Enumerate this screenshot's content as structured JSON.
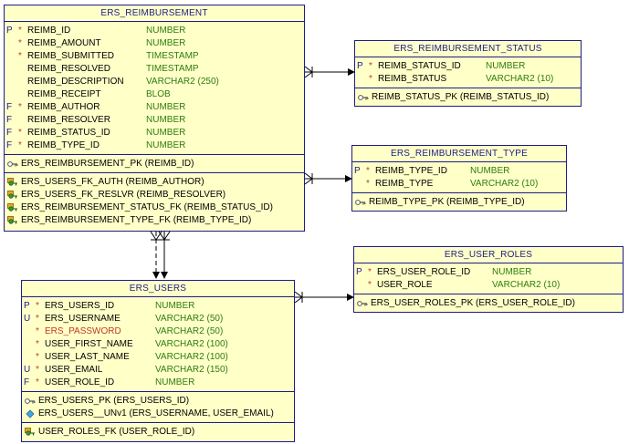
{
  "entities": {
    "reimbursement": {
      "title": "ERS_REIMBURSEMENT",
      "columns": [
        {
          "flag": "P",
          "mand": "*",
          "name": "REIMB_ID",
          "type": "NUMBER"
        },
        {
          "flag": "",
          "mand": "*",
          "name": "REIMB_AMOUNT",
          "type": "NUMBER"
        },
        {
          "flag": "",
          "mand": "*",
          "name": "REIMB_SUBMITTED",
          "type": "TIMESTAMP"
        },
        {
          "flag": "",
          "mand": "",
          "name": "REIMB_RESOLVED",
          "type": "TIMESTAMP"
        },
        {
          "flag": "",
          "mand": "",
          "name": "REIMB_DESCRIPTION",
          "type": "VARCHAR2 (250)"
        },
        {
          "flag": "",
          "mand": "",
          "name": "REIMB_RECEIPT",
          "type": "BLOB"
        },
        {
          "flag": "F",
          "mand": "*",
          "name": "REIMB_AUTHOR",
          "type": "NUMBER"
        },
        {
          "flag": "F",
          "mand": "",
          "name": "REIMB_RESOLVER",
          "type": "NUMBER"
        },
        {
          "flag": "F",
          "mand": "*",
          "name": "REIMB_STATUS_ID",
          "type": "NUMBER"
        },
        {
          "flag": "F",
          "mand": "*",
          "name": "REIMB_TYPE_ID",
          "type": "NUMBER"
        }
      ],
      "pk": [
        "ERS_REIMBURSEMENT_PK (REIMB_ID)"
      ],
      "fks": [
        "ERS_USERS_FK_AUTH (REIMB_AUTHOR)",
        "ERS_USERS_FK_RESLVR (REIMB_RESOLVER)",
        "ERS_REIMBURSEMENT_STATUS_FK (REIMB_STATUS_ID)",
        "ERS_REIMBURSEMENT_TYPE_FK (REIMB_TYPE_ID)"
      ]
    },
    "status": {
      "title": "ERS_REIMBURSEMENT_STATUS",
      "columns": [
        {
          "flag": "P",
          "mand": "*",
          "name": "REIMB_STATUS_ID",
          "type": "NUMBER"
        },
        {
          "flag": "",
          "mand": "*",
          "name": "REIMB_STATUS",
          "type": "VARCHAR2 (10)"
        }
      ],
      "pk": [
        "REIMB_STATUS_PK (REIMB_STATUS_ID)"
      ]
    },
    "type": {
      "title": "ERS_REIMBURSEMENT_TYPE",
      "columns": [
        {
          "flag": "P",
          "mand": "*",
          "name": "REIMB_TYPE_ID",
          "type": "NUMBER"
        },
        {
          "flag": "",
          "mand": "*",
          "name": "REIMB_TYPE",
          "type": "VARCHAR2 (10)"
        }
      ],
      "pk": [
        "REIMB_TYPE_PK (REIMB_TYPE_ID)"
      ]
    },
    "roles": {
      "title": "ERS_USER_ROLES",
      "columns": [
        {
          "flag": "P",
          "mand": "*",
          "name": "ERS_USER_ROLE_ID",
          "type": "NUMBER"
        },
        {
          "flag": "",
          "mand": "*",
          "name": "USER_ROLE",
          "type": "VARCHAR2 (10)"
        }
      ],
      "pk": [
        "ERS_USER_ROLES_PK (ERS_USER_ROLE_ID)"
      ]
    },
    "users": {
      "title": "ERS_USERS",
      "columns": [
        {
          "flag": "P",
          "mand": "*",
          "name": "ERS_USERS_ID",
          "type": "NUMBER"
        },
        {
          "flag": "U",
          "mand": "*",
          "name": "ERS_USERNAME",
          "type": "VARCHAR2 (50)"
        },
        {
          "flag": "",
          "mand": "*",
          "name": "ERS_PASSWORD",
          "type": "VARCHAR2 (50)"
        },
        {
          "flag": "",
          "mand": "*",
          "name": "USER_FIRST_NAME",
          "type": "VARCHAR2 (100)"
        },
        {
          "flag": "",
          "mand": "*",
          "name": "USER_LAST_NAME",
          "type": "VARCHAR2 (100)"
        },
        {
          "flag": "U",
          "mand": "*",
          "name": "USER_EMAIL",
          "type": "VARCHAR2 (150)"
        },
        {
          "flag": "F",
          "mand": "*",
          "name": "USER_ROLE_ID",
          "type": "NUMBER"
        }
      ],
      "pk": [
        "ERS_USERS_PK (ERS_USERS_ID)"
      ],
      "uks": [
        "ERS_USERS__UNv1 (ERS_USERNAME, USER_EMAIL)"
      ],
      "fks": [
        "USER_ROLES_FK (USER_ROLE_ID)"
      ]
    }
  },
  "colors": {
    "header_text": "#1c1c8c",
    "border": "#1c1c8c",
    "fill": "#ffffc8",
    "type_text": "#2e7d0f",
    "mandatory": "#c0392b"
  },
  "icons": {
    "pk": "key-icon",
    "uk": "diamond-icon",
    "fk": "fk-key-icon"
  }
}
